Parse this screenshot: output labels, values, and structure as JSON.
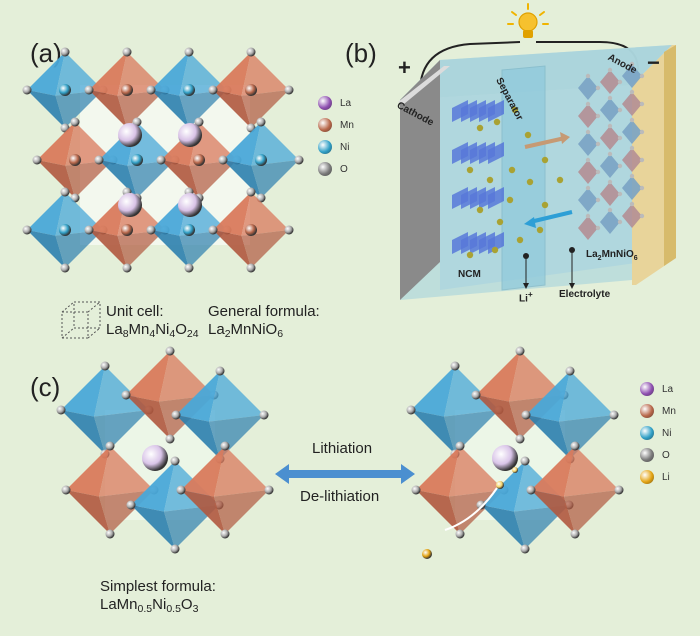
{
  "panel_labels": {
    "a": "(a)",
    "b": "(b)",
    "c": "(c)"
  },
  "legend_a": [
    {
      "label": "La",
      "color": "#8e4fb0"
    },
    {
      "label": "Mn",
      "color": "#b8674a"
    },
    {
      "label": "Ni",
      "color": "#2f9fc6"
    },
    {
      "label": "O",
      "color": "#7a7a7a"
    }
  ],
  "legend_c": [
    {
      "label": "La",
      "color": "#8e4fb0"
    },
    {
      "label": "Mn",
      "color": "#b8674a"
    },
    {
      "label": "Ni",
      "color": "#2f9fc6"
    },
    {
      "label": "O",
      "color": "#7a7a7a"
    },
    {
      "label": "Li",
      "color": "#e3a312"
    }
  ],
  "unit_cell": {
    "label": "Unit cell:",
    "formula_html": "La<sub>8</sub>Mn<sub>4</sub>Ni<sub>4</sub>O<sub>24</sub>"
  },
  "general_formula": {
    "label": "General formula:",
    "formula_html": "La<sub>2</sub>MnNiO<sub>6</sub>"
  },
  "battery": {
    "plus": "+",
    "minus": "−",
    "cathode": "Cathode",
    "separator": "Separator",
    "anode": "Anode",
    "ncm": "NCM",
    "li_ion_html": "Li<sup>+</sup>",
    "electrolyte": "Electrolyte",
    "anode_material_html": "La<sub>2</sub>MnNiO<sub>6</sub>"
  },
  "arrow_labels": {
    "lithiation": "Lithiation",
    "delithiation": "De-lithiation"
  },
  "simplest_formula": {
    "label": "Simplest formula:",
    "formula_html": "LaMn<sub>0.5</sub>Ni<sub>0.5</sub>O<sub>3</sub>"
  },
  "colors": {
    "background": "#e4efd9",
    "ni_octahedron": "#4aa8d8",
    "mn_octahedron": "#d97a5c",
    "li": "#e3a312"
  }
}
